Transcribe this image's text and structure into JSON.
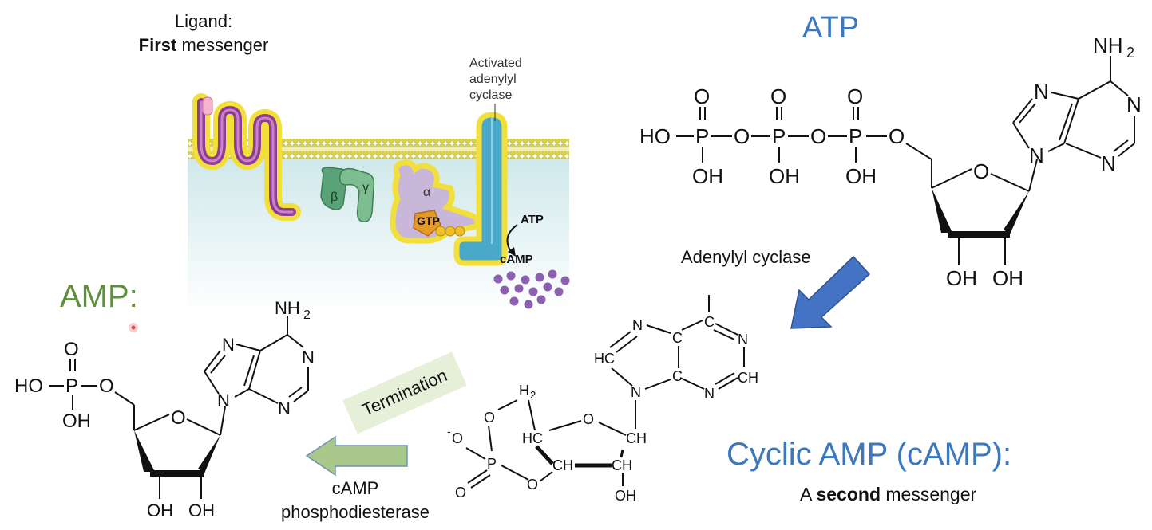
{
  "ligand": {
    "line1": "Ligand:",
    "bold": "First",
    "rest": " messenger"
  },
  "cell": {
    "activated_label": [
      "Activated",
      "adenylyl",
      "cyclase"
    ],
    "beta": "β",
    "gamma": "γ",
    "alpha": "α",
    "gtp": "GTP",
    "atp": "ATP",
    "camp": "cAMP"
  },
  "atp": {
    "title": "ATP",
    "labels": {
      "HO": "HO",
      "O": "O",
      "P": "P",
      "OH": "OH",
      "N": "N",
      "NH2": "NH",
      "sub2": "2"
    }
  },
  "adenylyl_cyclase": "Adenylyl cyclase",
  "camp": {
    "title": "Cyclic AMP (cAMP):",
    "subtitle_prefix": "A ",
    "subtitle_bold": "second",
    "subtitle_rest": " messenger",
    "labels": {
      "N": "N",
      "C": "C",
      "HC": "HC",
      "CH": "CH",
      "H2": "H",
      "sub2": "2",
      "O": "O",
      "Ominus": "O",
      "minus": "-",
      "P": "P",
      "OH": "OH"
    }
  },
  "amp": {
    "title": "AMP:",
    "labels": {
      "HO": "HO",
      "O": "O",
      "P": "P",
      "OH": "OH",
      "N": "N",
      "NH2": "NH",
      "sub2": "2"
    }
  },
  "termination": "Termination",
  "pde": {
    "line1": "cAMP",
    "line2": "phosphodiesterase"
  },
  "colors": {
    "atp_blue": "#3b78be",
    "amp_green": "#5f8f3e",
    "arrow_blue": "#4472c4",
    "arrow_green": "#a9c98c",
    "membrane": "#d9d24a",
    "cytoplasm": "#cfe8ea",
    "receptor": "#8e3d95",
    "cyclase": "#4aa9c9",
    "alpha_sub": "#c9b7d9",
    "beta_gamma": "#5aa277",
    "gtp": "#e39a2b",
    "camp_dots": "#8c5fb0"
  }
}
